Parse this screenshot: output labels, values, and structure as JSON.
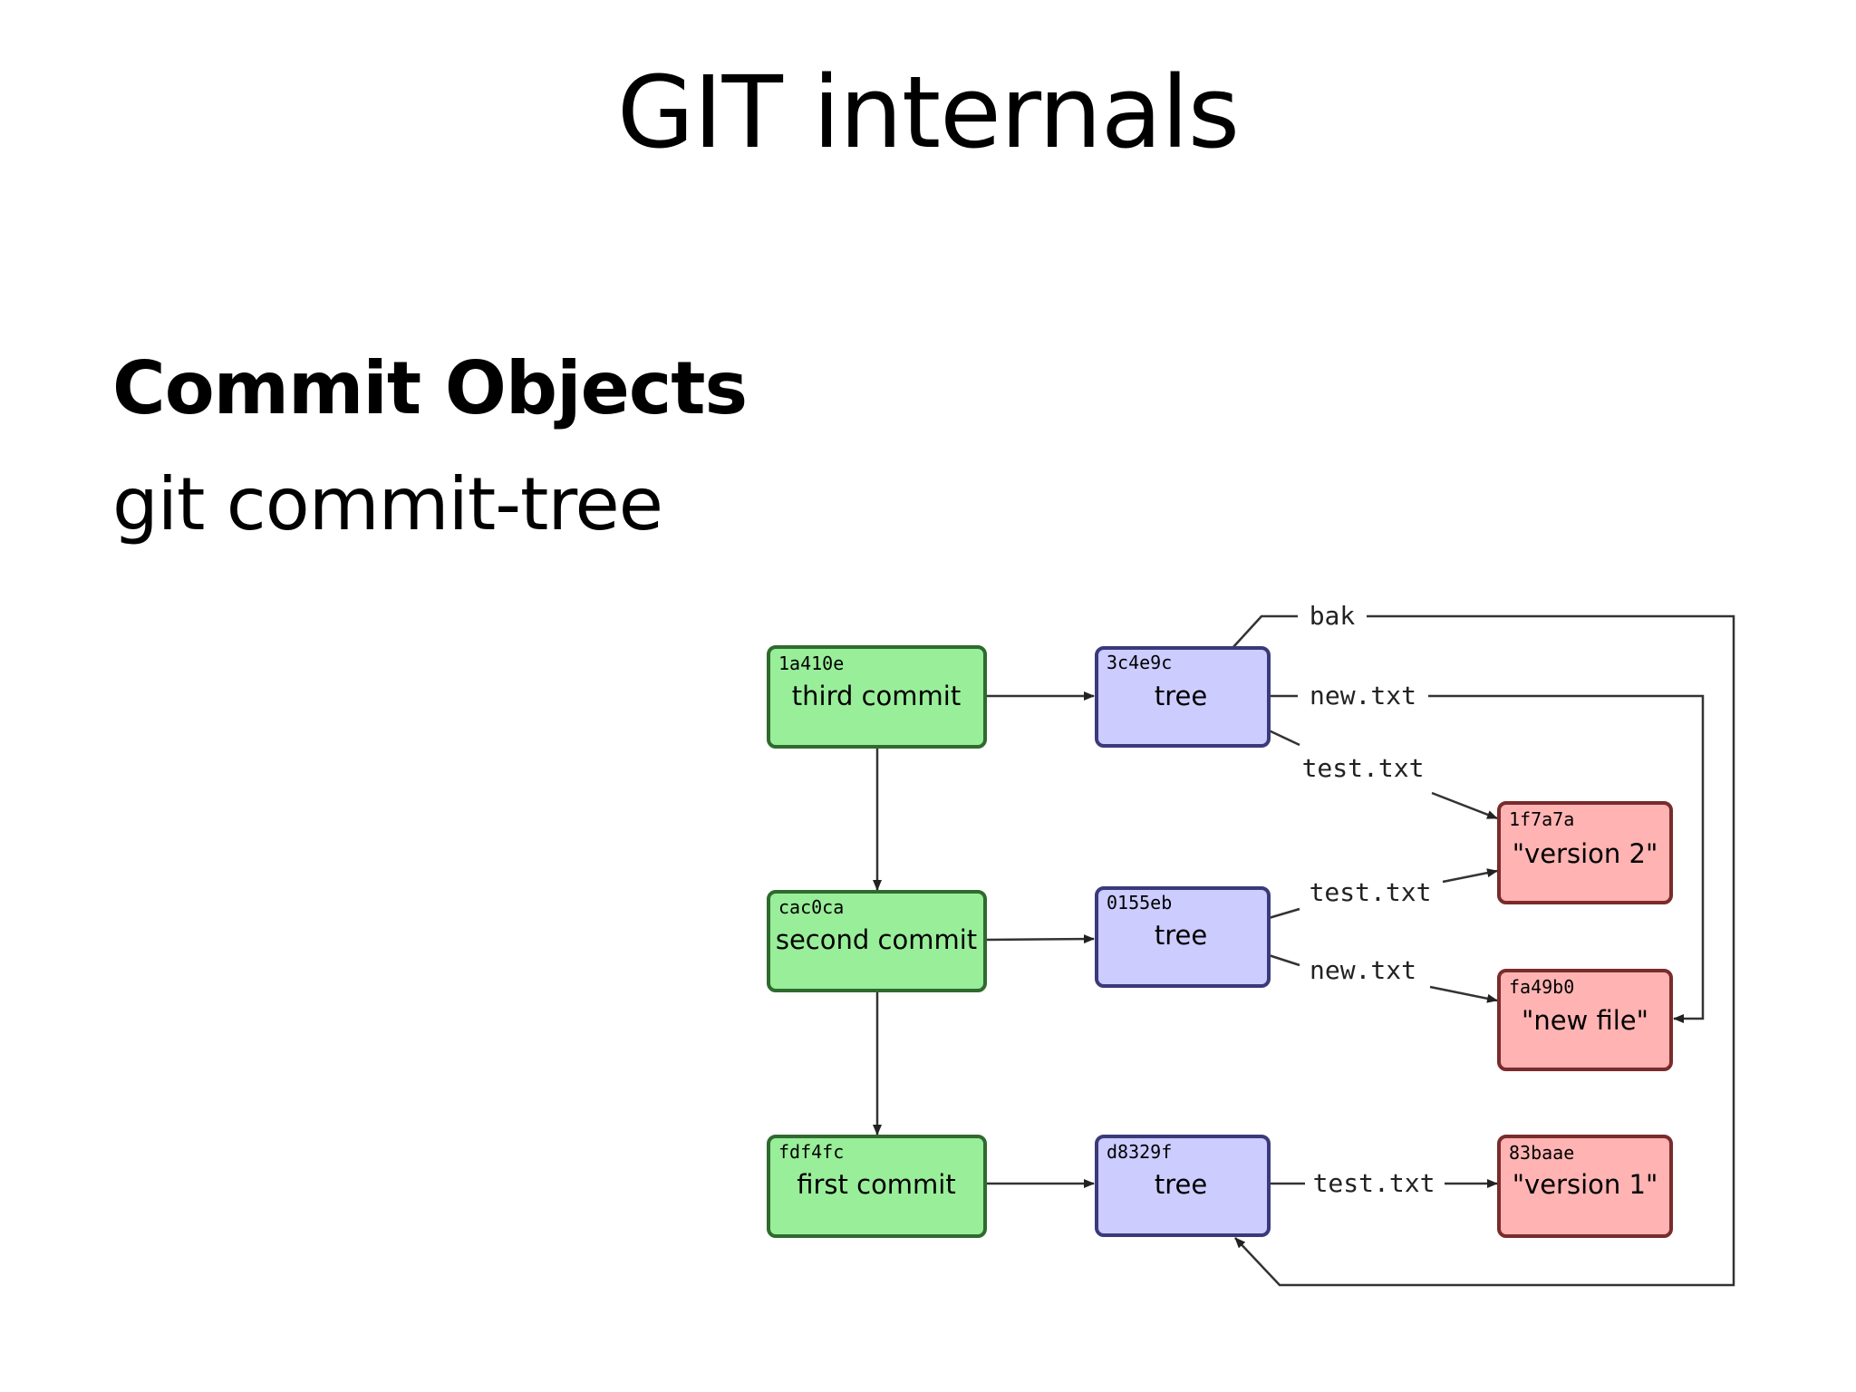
{
  "slide": {
    "title": "GIT internals",
    "subtitle": "Commit Objects",
    "command": "git commit-tree"
  },
  "colors": {
    "commit_fill": "#99ee99",
    "commit_stroke": "#2f6a2f",
    "tree_fill": "#ccccff",
    "tree_stroke": "#3a3a7a",
    "blob_fill": "#ffb3b3",
    "blob_stroke": "#7a2b2b",
    "line": "#333333"
  },
  "diagram": {
    "commits": [
      {
        "hash": "1a410e",
        "label": "third commit"
      },
      {
        "hash": "cac0ca",
        "label": "second commit"
      },
      {
        "hash": "fdf4fc",
        "label": "first commit"
      }
    ],
    "trees": [
      {
        "hash": "3c4e9c",
        "label": "tree"
      },
      {
        "hash": "0155eb",
        "label": "tree"
      },
      {
        "hash": "d8329f",
        "label": "tree"
      }
    ],
    "blobs": [
      {
        "hash": "1f7a7a",
        "label": "\"version 2\""
      },
      {
        "hash": "fa49b0",
        "label": "\"new file\""
      },
      {
        "hash": "83baae",
        "label": "\"version 1\""
      }
    ],
    "edges": {
      "bak": "bak",
      "tree3_new": "new.txt",
      "tree3_test": "test.txt",
      "tree2_test": "test.txt",
      "tree2_new": "new.txt",
      "tree1_test": "test.txt"
    }
  }
}
